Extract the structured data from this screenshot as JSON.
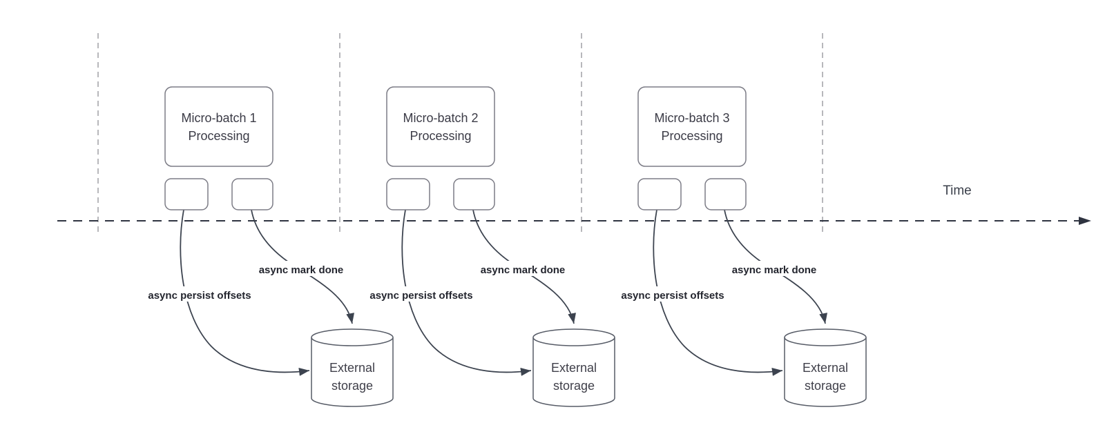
{
  "timeline": {
    "label": "Time"
  },
  "groups": [
    {
      "box_label": [
        "Micro-batch 1",
        "Processing"
      ],
      "persist_arrow_label": "async persist offsets",
      "mark_done_arrow_label": "async mark done",
      "storage_label": [
        "External",
        "storage"
      ]
    },
    {
      "box_label": [
        "Micro-batch 2",
        "Processing"
      ],
      "persist_arrow_label": "async persist offsets",
      "mark_done_arrow_label": "async mark done",
      "storage_label": [
        "External",
        "storage"
      ]
    },
    {
      "box_label": [
        "Micro-batch 3",
        "Processing"
      ],
      "persist_arrow_label": "async persist offsets",
      "mark_done_arrow_label": "async mark done",
      "storage_label": [
        "External",
        "storage"
      ]
    }
  ],
  "colors": {
    "background": "#ffffff",
    "box_stroke": "#7b7b85",
    "cylinder_stroke": "#565b66",
    "curve_stroke": "#3c434f",
    "timeline_stroke": "#2e3340",
    "guide_stroke": "#b7b7bb",
    "text": "#3b3b46",
    "bold_label_text": "#23252e"
  }
}
